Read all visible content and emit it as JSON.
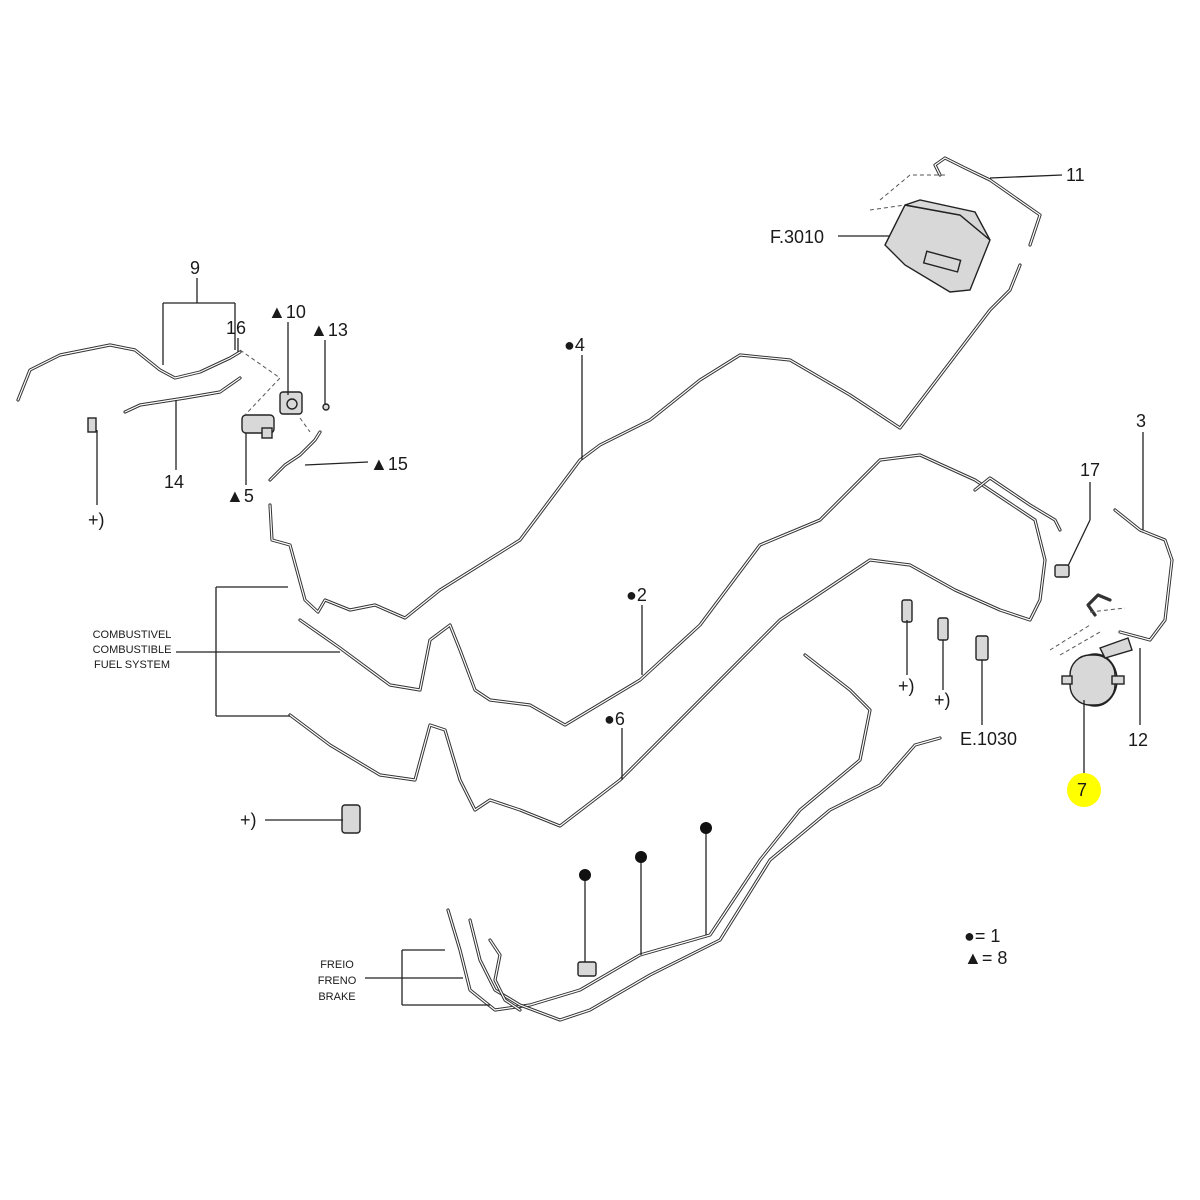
{
  "callouts": {
    "c11": "11",
    "f3010": "F.3010",
    "c9": "9",
    "c16": "16",
    "c10": "▲10",
    "c13": "▲13",
    "c4": "●4",
    "c14": "14",
    "c5": "▲5",
    "c15": "▲15",
    "c3": "3",
    "c17": "17",
    "c2": "●2",
    "c6": "●6",
    "c12": "12",
    "e1030": "E.1030",
    "c7": "7",
    "plus1": "+)",
    "plus2": "+)",
    "plus3": "+)",
    "plus4": "+)"
  },
  "system_labels": {
    "fuel": [
      "COMBUSTIVEL",
      "COMBUSTIBLE",
      "FUEL SYSTEM"
    ],
    "brake": [
      "FREIO",
      "FRENO",
      "BRAKE"
    ]
  },
  "legend": {
    "dot": "●= 1",
    "triangle": "▲= 8"
  },
  "colors": {
    "highlight": "#ffff00",
    "line": "#333333"
  }
}
